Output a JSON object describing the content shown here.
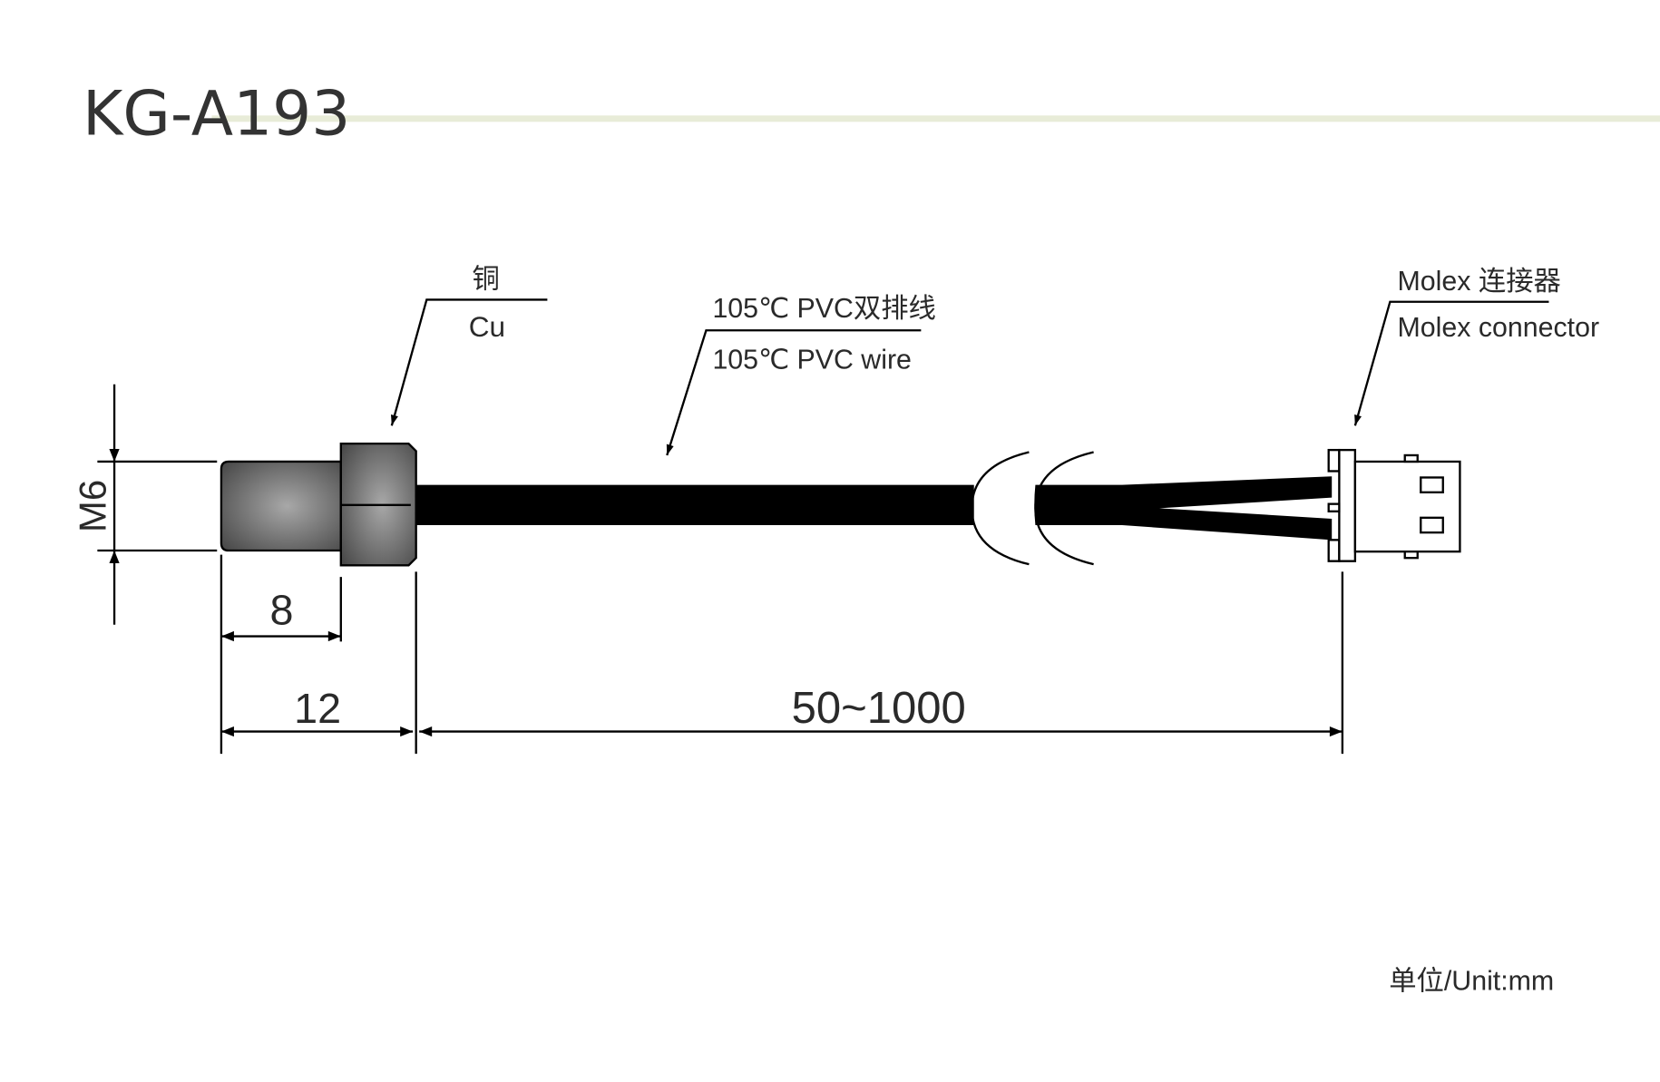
{
  "title": "KG-A193",
  "labels": {
    "material_cn": "铜",
    "material_en": "Cu",
    "wire_cn": "105℃ PVC双排线",
    "wire_en": "105℃ PVC wire",
    "connector_cn": "Molex 连接器",
    "connector_en": "Molex connector"
  },
  "dimensions": {
    "thread": "M6",
    "probe_length": "8",
    "head_length": "12",
    "cable_length": "50~1000"
  },
  "unit": "单位/Unit:mm",
  "colors": {
    "accent_line": "#e8ecd8",
    "ink": "#000000"
  }
}
